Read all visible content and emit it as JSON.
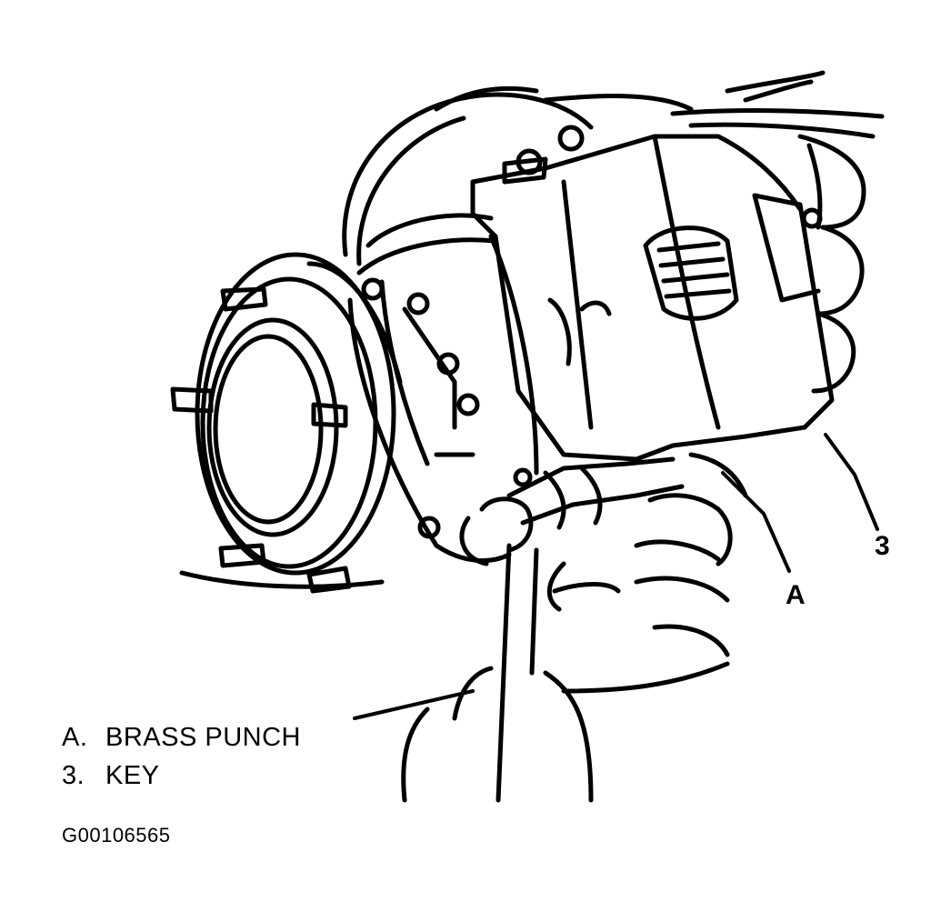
{
  "callouts": {
    "three": "3",
    "a": "A"
  },
  "legend": [
    {
      "key": "A.",
      "text": "BRASS PUNCH"
    },
    {
      "key": "3.",
      "text": "KEY"
    }
  ],
  "figure_id": "G00106565",
  "colors": {
    "ink": "#000000",
    "paper": "#ffffff"
  }
}
